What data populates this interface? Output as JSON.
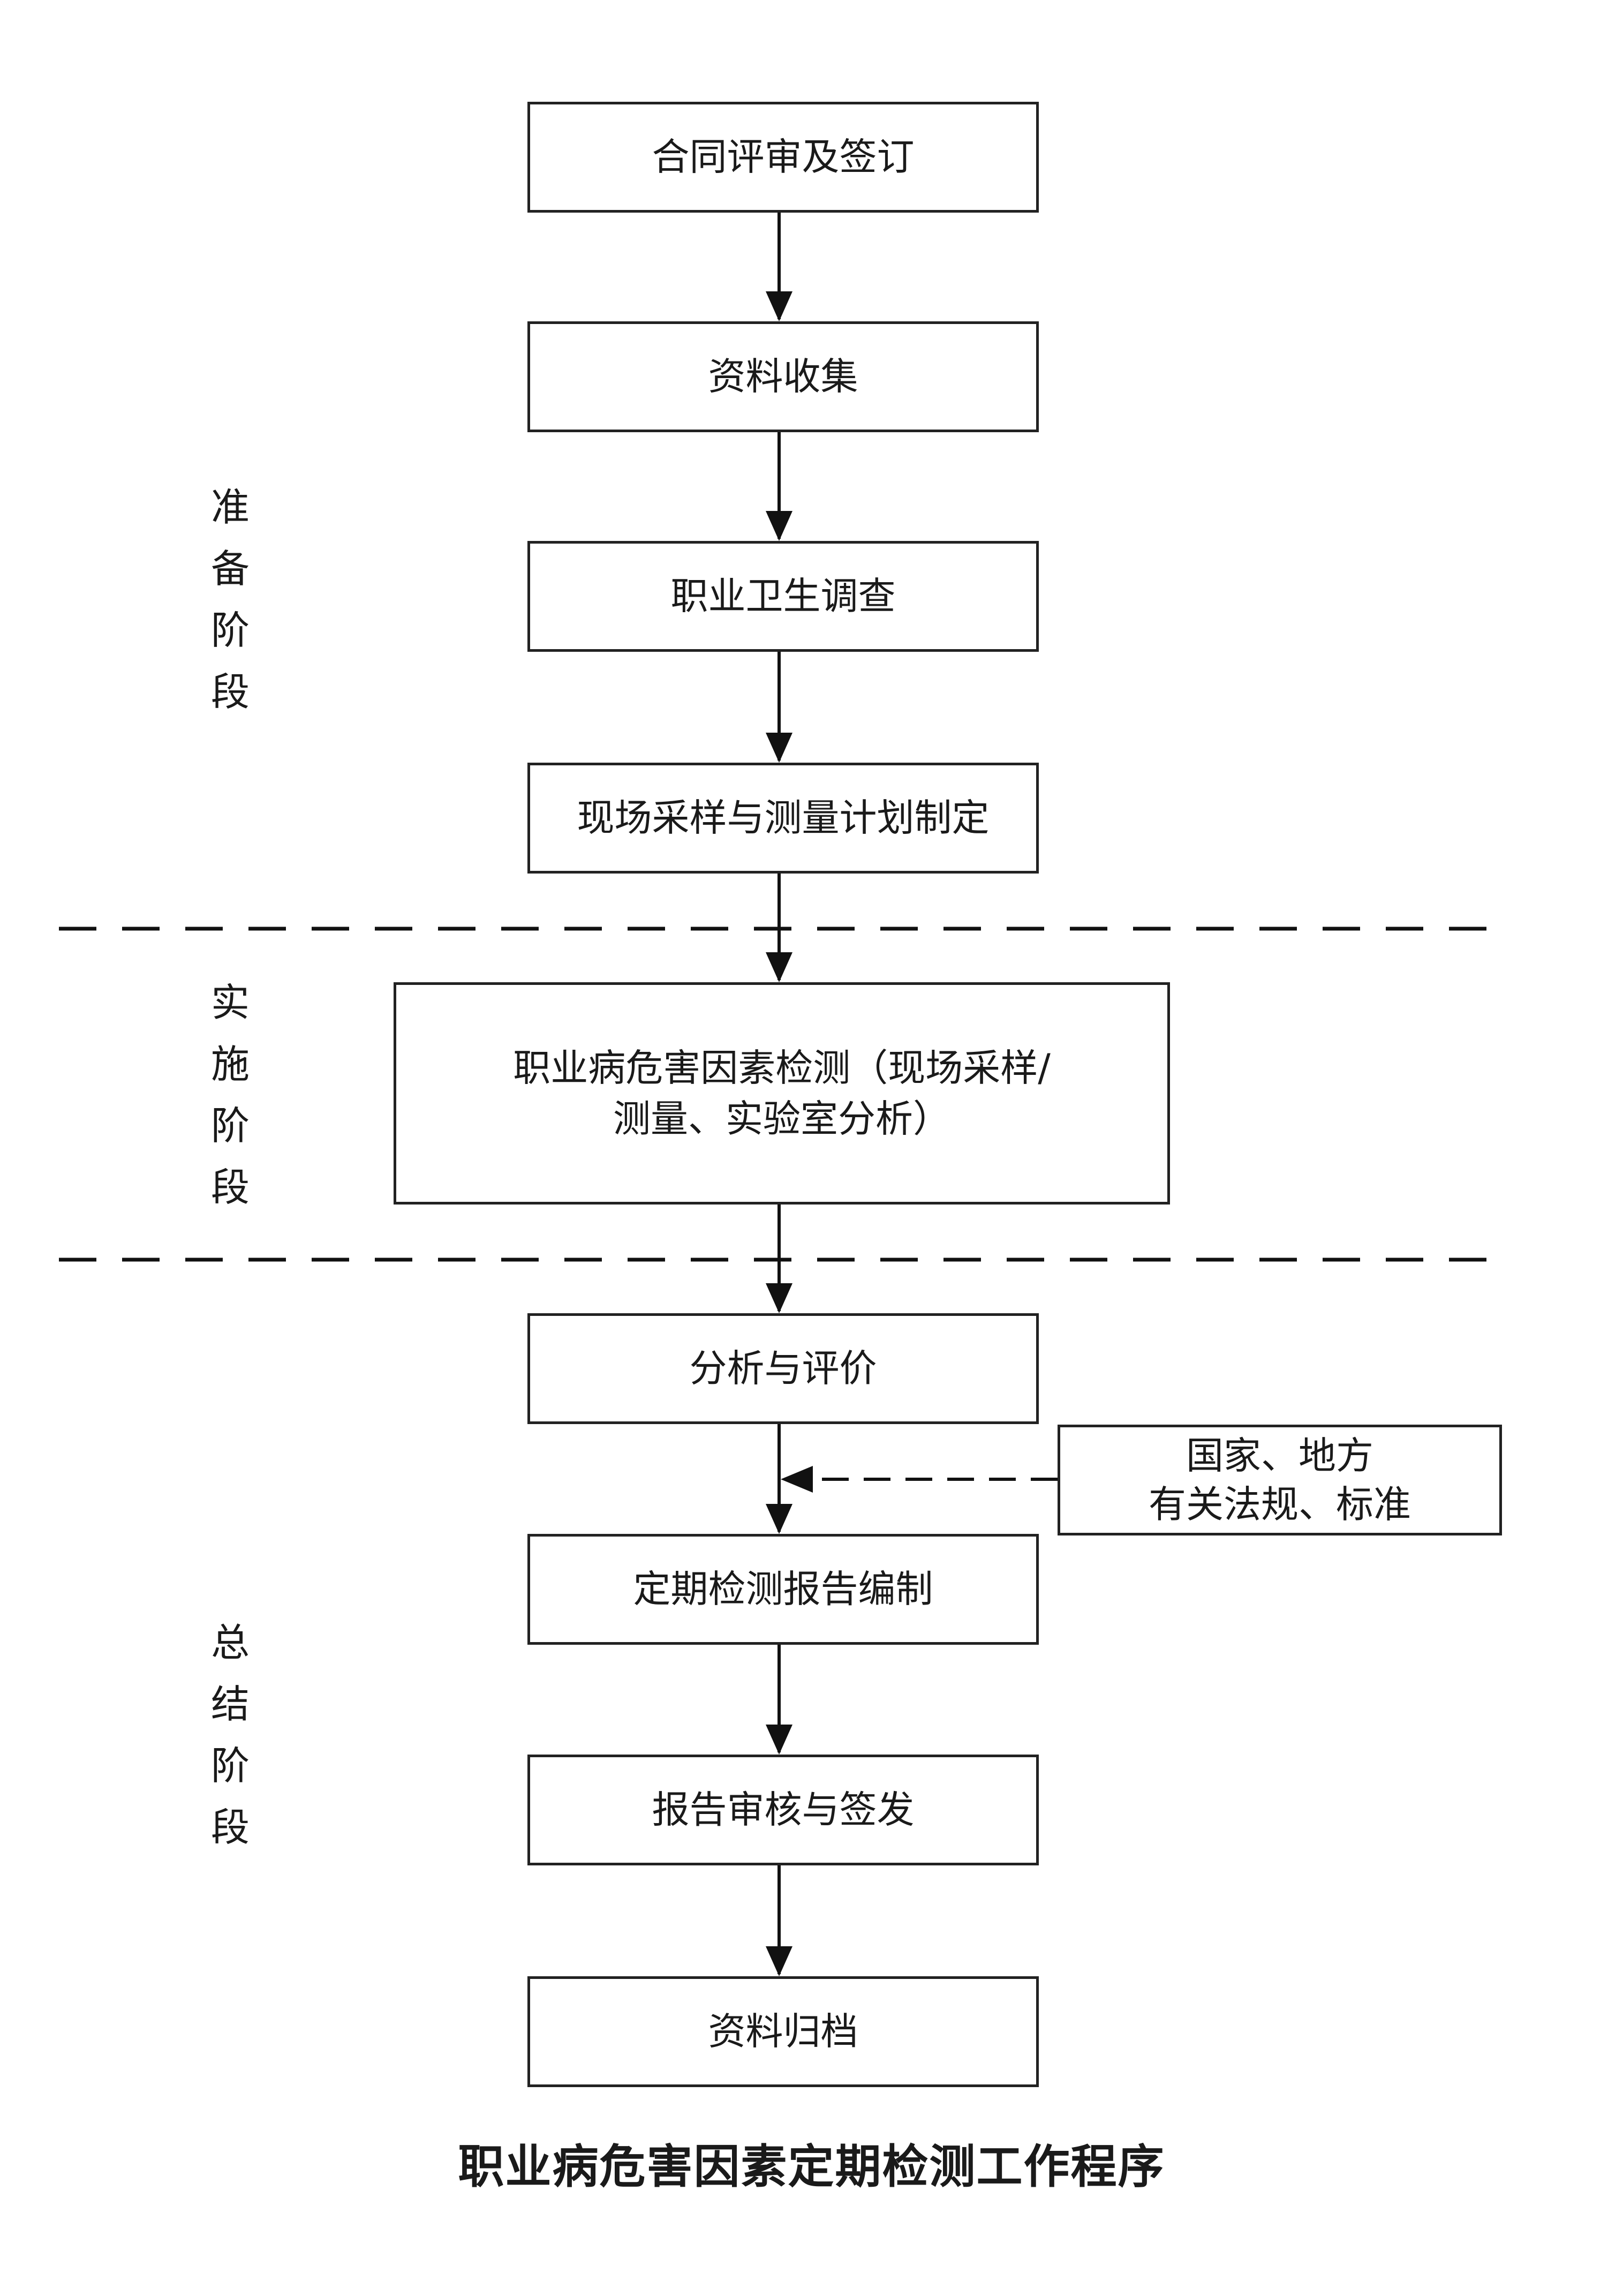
{
  "steps": {
    "s1": "合同评审及签订",
    "s2": "资料收集",
    "s3": "职业卫生调查",
    "s4": "现场采样与测量计划制定",
    "s5_line1": "职业病危害因素检测（现场采样/",
    "s5_line2": "测量、实验室分析）",
    "s6": "分析与评价",
    "s7": "定期检测报告编制",
    "s8": "报告审核与签发",
    "s9": "资料归档"
  },
  "side_input": {
    "line1": "国家、地方",
    "line2": "有关法规、标准"
  },
  "stages": {
    "prep": [
      "准",
      "备",
      "阶",
      "段"
    ],
    "impl": [
      "实",
      "施",
      "阶",
      "段"
    ],
    "summary": [
      "总",
      "结",
      "阶",
      "段"
    ]
  },
  "caption": "职业病危害因素定期检测工作程序"
}
